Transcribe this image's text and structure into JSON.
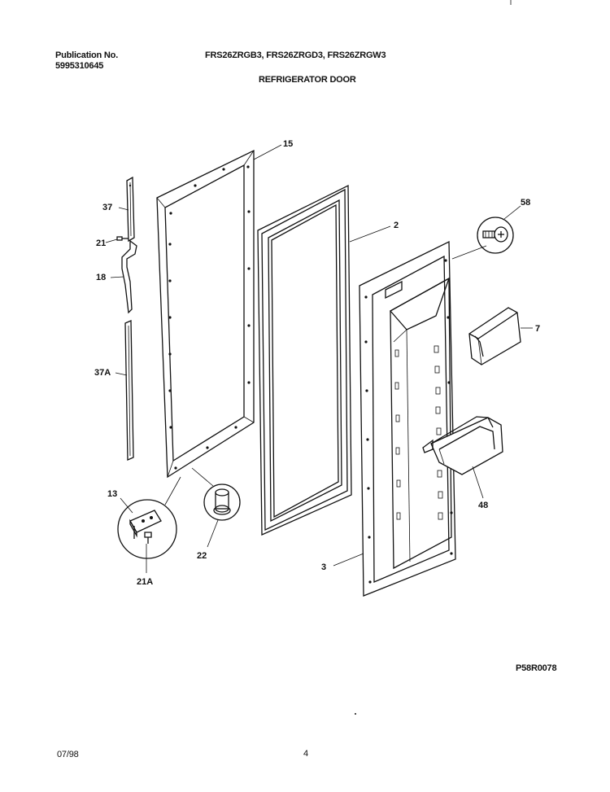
{
  "header": {
    "publication_label": "Publication No.",
    "publication_number": "5995310645",
    "models": "FRS26ZRGB3, FRS26ZRGD3, FRS26ZRGW3",
    "section_title": "REFRIGERATOR DOOR"
  },
  "footer": {
    "diagram_code": "P58R0078",
    "date": "07/98",
    "page_number": "4"
  },
  "callouts": {
    "c15": "15",
    "c37": "37",
    "c21": "21",
    "c18": "18",
    "c37a": "37A",
    "c13": "13",
    "c21a": "21A",
    "c22": "22",
    "c2": "2",
    "c3": "3",
    "c58": "58",
    "c7": "7",
    "c48": "48"
  }
}
